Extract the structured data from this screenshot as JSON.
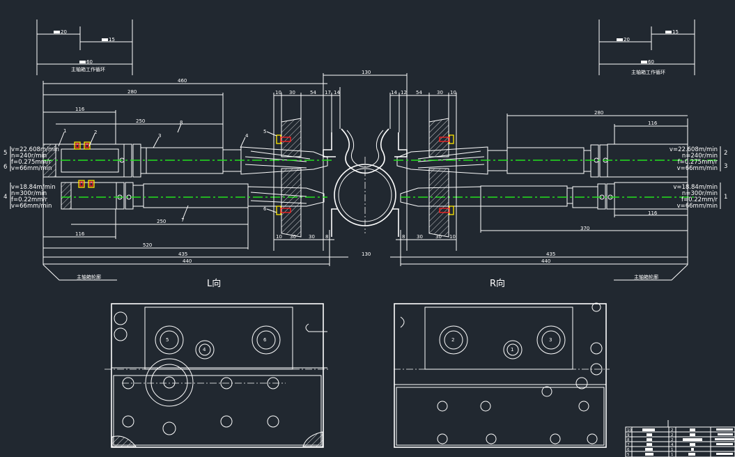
{
  "drawing": {
    "view_left_label": "L向",
    "view_right_label": "R向",
    "cycle_caption_left": "主轴箱工作循环",
    "cycle_caption_right": "主轴箱工作循环",
    "leader_label_left": "主轴箱轮廓",
    "leader_label_right": "主轴箱轮廓",
    "cycle_dims_left": [
      "20",
      "15",
      "60"
    ],
    "cycle_dims_right": [
      "20",
      "15",
      "60"
    ]
  },
  "cutting_params": {
    "left_upper": {
      "ids": [
        "5",
        "6"
      ],
      "lines": [
        "v=22.608m/min",
        "n=240r/min",
        "f=0.275mm/r",
        "v=66mm/min"
      ]
    },
    "left_lower": {
      "ids": [
        "4"
      ],
      "lines": [
        "v=18.84m/min",
        "n=300r/min",
        "f=0.22mm/r",
        "v=66mm/min"
      ]
    },
    "right_upper": {
      "ids": [
        "2",
        "3"
      ],
      "lines": [
        "v=22.608m/min",
        "n=240r/min",
        "f=0.275mm/r",
        "v=66mm/min"
      ]
    },
    "right_lower": {
      "ids": [
        "1"
      ],
      "lines": [
        "v=18.84m/min",
        "n=300r/min",
        "f=0.22mm/r",
        "v=66mm/min"
      ]
    }
  },
  "dimensions": {
    "top": [
      "460",
      "280",
      "116",
      "250",
      "130"
    ],
    "top_left_segments": [
      "10",
      "30",
      "54",
      "17",
      "14"
    ],
    "top_right_segments": [
      "14",
      "12",
      "54",
      "30",
      "10"
    ],
    "bottom_left_segments": [
      "10",
      "30",
      "30",
      "8"
    ],
    "bottom_right_segments": [
      "8",
      "30",
      "30",
      "10"
    ],
    "bottom_left": [
      "116",
      "250",
      "520",
      "435",
      "440"
    ],
    "bottom_center": "130",
    "right": [
      "280",
      "116",
      "116",
      "370",
      "435",
      "440"
    ]
  },
  "part_callouts": [
    "1",
    "2",
    "3",
    "4",
    "5",
    "6",
    "7",
    "8"
  ],
  "bottom_views": {
    "left_holes": [
      "5",
      "6",
      "4"
    ],
    "right_holes": [
      "2",
      "3",
      "1"
    ]
  },
  "title_block": {
    "rows": [
      "10",
      "9",
      "8",
      "7",
      "6",
      "5"
    ],
    "qty": [
      "2",
      "2",
      "2",
      "4",
      "1",
      "1"
    ]
  },
  "colors": {
    "background": "#212830",
    "line": "#ffffff",
    "centerline": "#22e01e",
    "fastener": "#ffe800",
    "fastener_inner": "#ff2020"
  }
}
